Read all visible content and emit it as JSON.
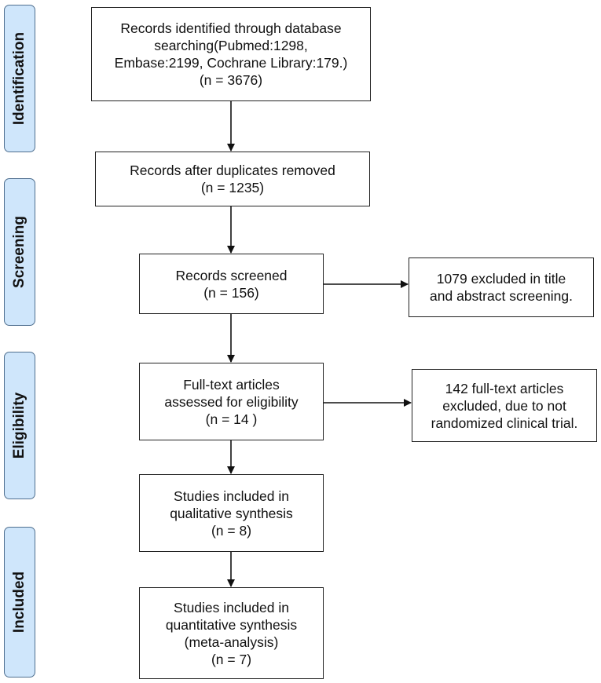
{
  "stages": {
    "identification": "Identification",
    "screening": "Screening",
    "eligibility": "Eligibility",
    "included": "Included"
  },
  "boxes": {
    "identified": "Records identified through database\nsearching(Pubmed:1298,\nEmbase:2199, Cochrane Library:179.)\n(n = 3676)",
    "after_duplicates": "Records after duplicates removed\n(n = 1235)",
    "screened": "Records screened\n(n = 156)",
    "excluded_title": "1079 excluded in title\nand abstract screening.",
    "full_text": "Full-text articles\nassessed for eligibility\n(n = 14 )",
    "excluded_full_text": "142 full-text articles\nexcluded, due to not\nrandomized clinical trial.",
    "qualitative": "Studies included in\nqualitative synthesis\n(n = 8)",
    "quantitative": "Studies included in\nquantitative synthesis\n(meta-analysis)\n(n = 7)"
  }
}
